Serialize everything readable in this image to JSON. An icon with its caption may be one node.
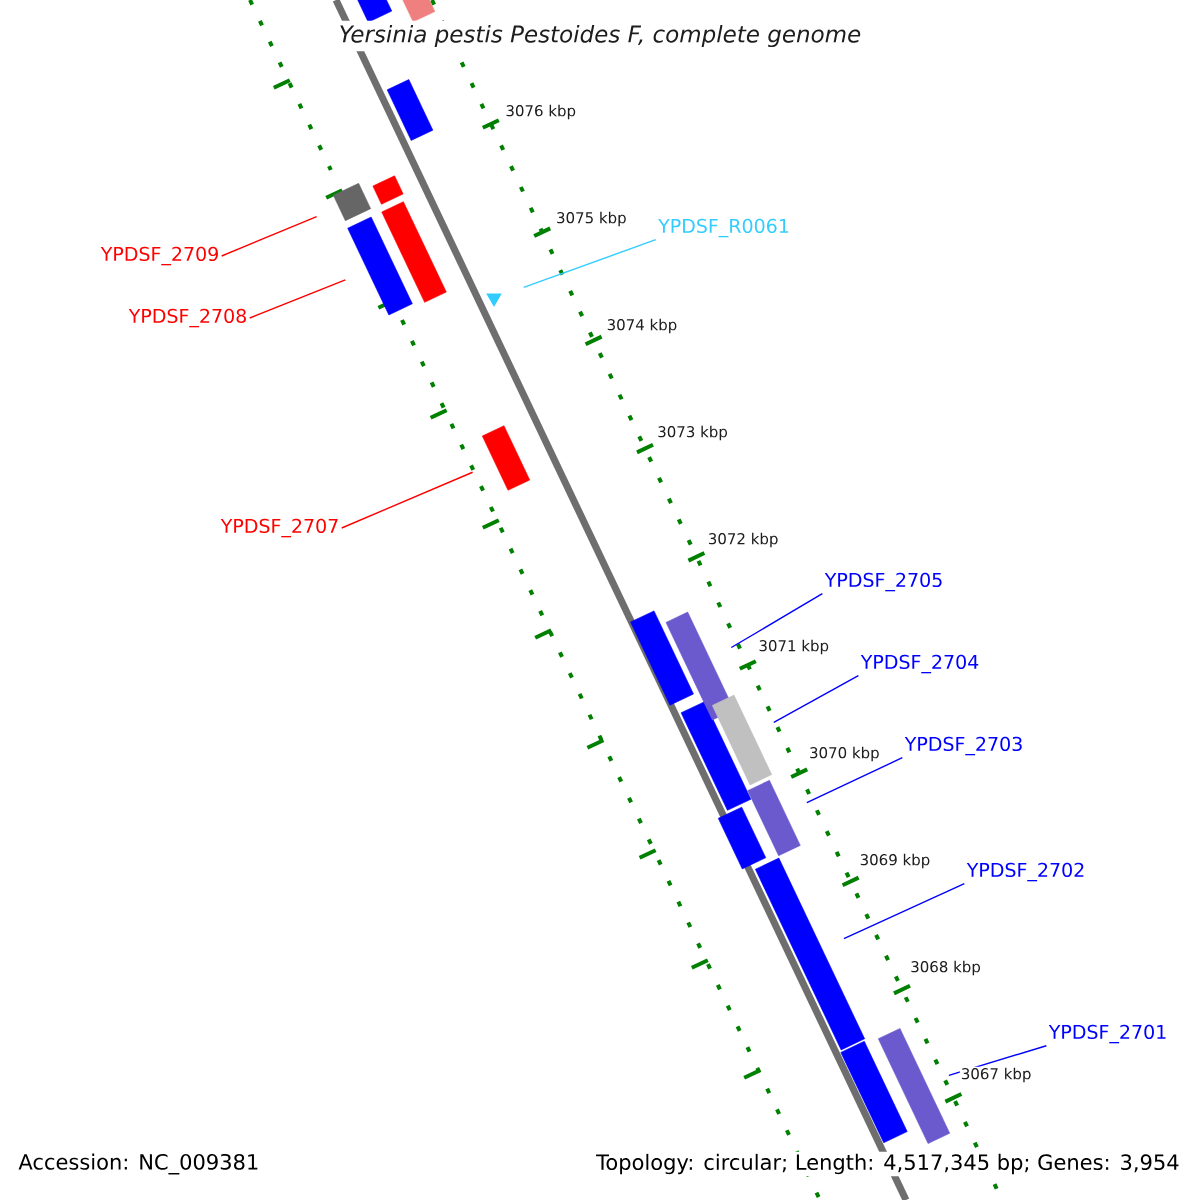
{
  "diagram": {
    "title": "Yersinia pestis Pestoides F, complete genome",
    "nodes": [
      {
        "text": [
          "YPDSF_R0061"
        ]
      },
      {
        "text": [
          "YPDSF_2709"
        ]
      },
      {
        "text": [
          "YPDSF_2708"
        ]
      },
      {
        "text": [
          "YPDSF_2707"
        ]
      },
      {
        "text": [
          "YPDSF_2705"
        ]
      },
      {
        "text": [
          "YPDSF_2704"
        ]
      },
      {
        "text": [
          "YPDSF_2703"
        ]
      },
      {
        "text": [
          "YPDSF_2702"
        ]
      },
      {
        "text": [
          "YPDSF_2701"
        ]
      },
      {
        "text": [],
        "shape": "box"
      },
      {
        "text": [],
        "shape": "box"
      },
      {
        "text": [],
        "shape": "triangle"
      },
      {
        "text": [],
        "shape": "box"
      },
      {
        "text": [],
        "shape": "box"
      },
      {
        "text": [],
        "shape": "box"
      },
      {
        "text": [],
        "shape": "box"
      },
      {
        "text": [],
        "shape": "box"
      },
      {
        "text": [],
        "shape": "box"
      }
    ],
    "edges": [
      {
        "from": 0,
        "to": 11,
        "arrow": "none",
        "color": "#33ccff"
      },
      {
        "from": 1,
        "to": 9,
        "arrow": "none",
        "color": "#ff0000"
      },
      {
        "from": 2,
        "to": 10,
        "arrow": "none",
        "color": "#ff0000"
      },
      {
        "from": 3,
        "to": 12,
        "arrow": "none",
        "color": "#ff0000"
      },
      {
        "from": 4,
        "to": 13,
        "arrow": "none"
      },
      {
        "from": 5,
        "to": 14,
        "arrow": "none"
      },
      {
        "from": 6,
        "to": 15,
        "arrow": "none"
      },
      {
        "from": 7,
        "to": 16,
        "arrow": "none"
      },
      {
        "from": 8,
        "to": 17,
        "arrow": "none"
      }
    ],
    "labels": [
      "3076 kbp",
      "3075 kbp",
      "3074 kbp",
      "3073 kbp",
      "3072 kbp",
      "3071 kbp",
      "3070 kbp",
      "3069 kbp",
      "3068 kbp",
      "3067 kbp",
      "Accession: NC_009381",
      "Topology: circular; Length: 4,517,345 bp; Genes: 3,954"
    ]
  }
}
